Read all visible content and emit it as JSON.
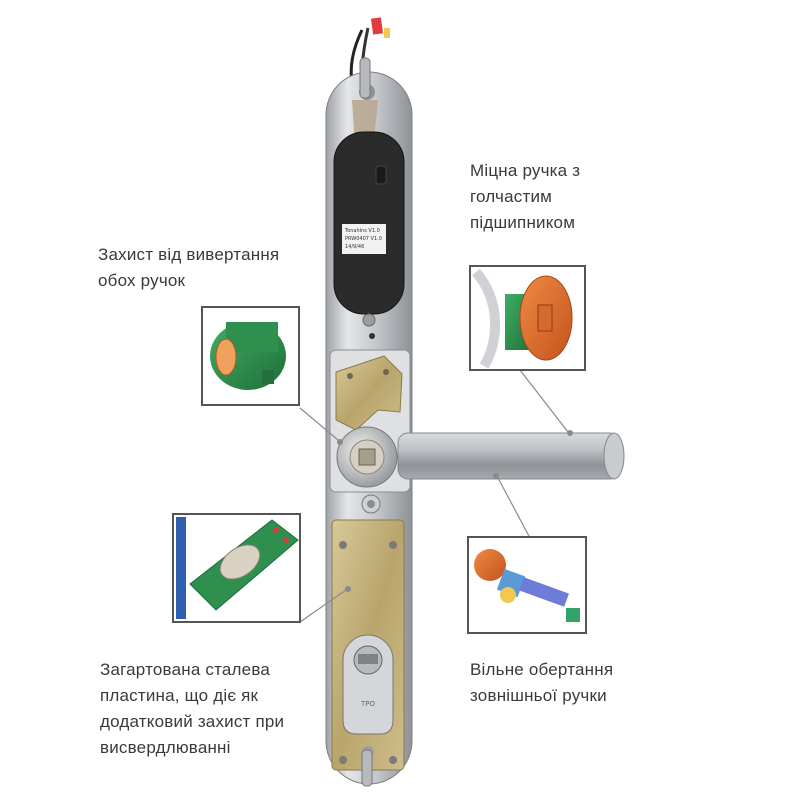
{
  "annotations": {
    "anti_unscrew": {
      "lines": [
        "Захист від вивертання",
        "обох ручок"
      ],
      "icon": "green-anti-unscrew-cylinder"
    },
    "bearing_handle": {
      "lines": [
        "Міцна ручка з",
        "голчастим",
        "підшипником"
      ],
      "icon": "orange-needle-bearing"
    },
    "hardened_plate": {
      "lines": [
        "Загартована сталева",
        "пластина, що діє як",
        "додатковий захист при",
        "висвердлюванні"
      ],
      "icon": "green-steel-plate"
    },
    "free_rotation": {
      "lines": [
        "Вільне обертання",
        "зовнішньої ручки"
      ],
      "icon": "free-rotation-mechanism"
    }
  },
  "lock_labels": {
    "module_text": [
      "Tonahlns V1.0",
      "PRW0407 V1.0",
      "14/9/46"
    ],
    "cylinder_mark": "TPO"
  },
  "colors": {
    "text": "#3a3a3a",
    "callout_line": "#8a8a8a",
    "inset_border": "#555555",
    "steel": "#c7c9cc",
    "brass": "#c9b57a",
    "green": "#2f8f4e",
    "orange": "#e06a2a",
    "module": "#2b2b2b"
  }
}
